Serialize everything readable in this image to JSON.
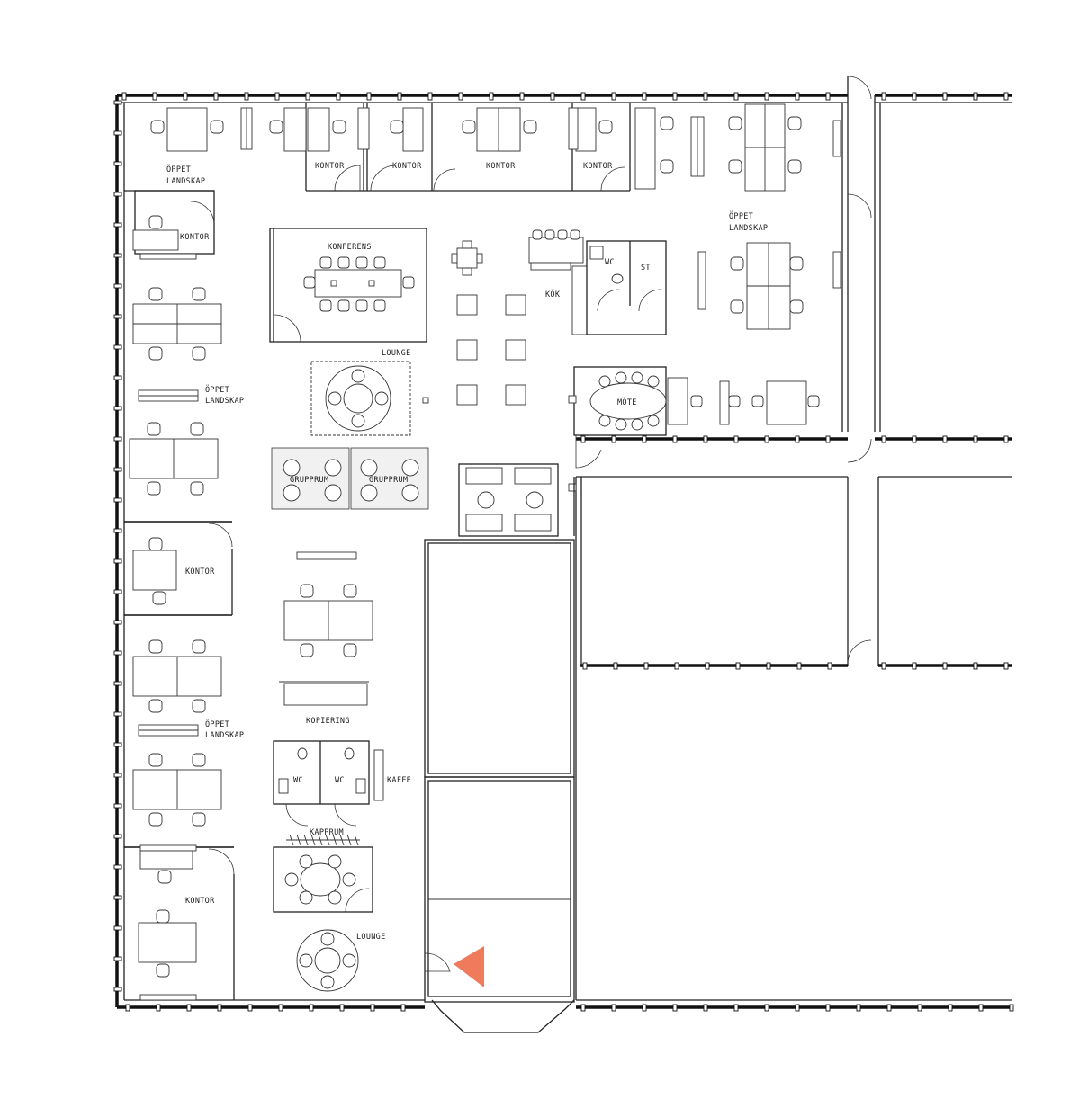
{
  "plan": {
    "rooms": {
      "oppet_landskap_1": [
        "ÖPPET",
        "LANDSKAP"
      ],
      "kontor_top_1": "KONTOR",
      "kontor_top_2": "KONTOR",
      "kontor_top_3": "KONTOR",
      "kontor_top_4": "KONTOR",
      "oppet_landskap_2": [
        "ÖPPET",
        "LANDSKAP"
      ],
      "kontor_left_1": "KONTOR",
      "konferens": "KONFERENS",
      "wc_1": "WC",
      "st": "ST",
      "kok": "KÖK",
      "lounge_1": "LOUNGE",
      "oppet_landskap_3": [
        "ÖPPET",
        "LANDSKAP"
      ],
      "mote": "MÖTE",
      "grupprum_1": "GRUPPRUM",
      "grupprum_2": "GRUPPRUM",
      "kontor_left_2": "KONTOR",
      "oppet_landskap_4": [
        "ÖPPET",
        "LANDSKAP"
      ],
      "kopiering": "KOPIERING",
      "wc_2": "WC",
      "wc_3": "WC",
      "kaffe": "KAFFE",
      "kapprum": "KAPPRUM",
      "kontor_left_3": "KONTOR",
      "lounge_2": "LOUNGE"
    },
    "colors": {
      "entrance_marker": "#f07b5c",
      "walls": "#222222"
    },
    "icons": {
      "entrance": "entrance-arrow-icon"
    }
  }
}
